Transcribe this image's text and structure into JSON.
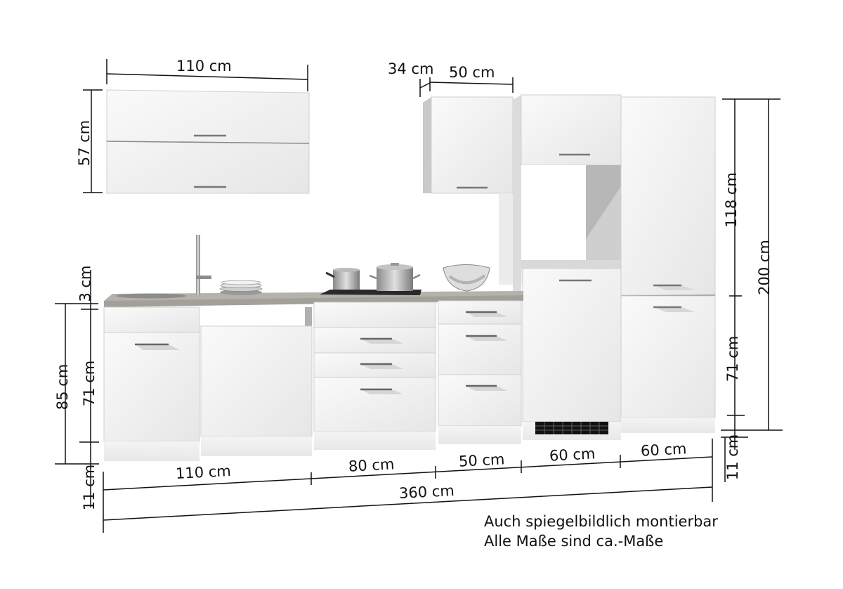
{
  "diagram": {
    "type": "kitchen-dimension-drawing",
    "colors": {
      "cabinet_front": "#f3f3f3",
      "cabinet_edge": "#bdbdbd",
      "worktop": "#a9a6a2",
      "handle": "#7a7a7a",
      "dimension_line": "#111111",
      "shadow": "#9a9a9a",
      "vent": "#111111"
    },
    "dimensions": {
      "wall_unit_left_width": "110 cm",
      "wall_unit_left_height": "57 cm",
      "wall_unit_mid_depth": "34 cm",
      "wall_unit_mid_width": "50 cm",
      "worktop_thickness": "3 cm",
      "base_total_height": "85 cm",
      "base_body_height": "71 cm",
      "plinth_left": "11 cm",
      "tall_upper_height": "118 cm",
      "tall_total_height": "200 cm",
      "tall_lower_height": "71 cm",
      "plinth_right": "11 cm",
      "segment_1": "110 cm",
      "segment_2": "80 cm",
      "segment_3": "50 cm",
      "segment_4": "60 cm",
      "segment_5": "60 cm",
      "total_width": "360 cm"
    },
    "notes": {
      "line1": "Auch spiegelbildlich montierbar",
      "line2": "Alle Maße sind ca.-Maße"
    }
  }
}
